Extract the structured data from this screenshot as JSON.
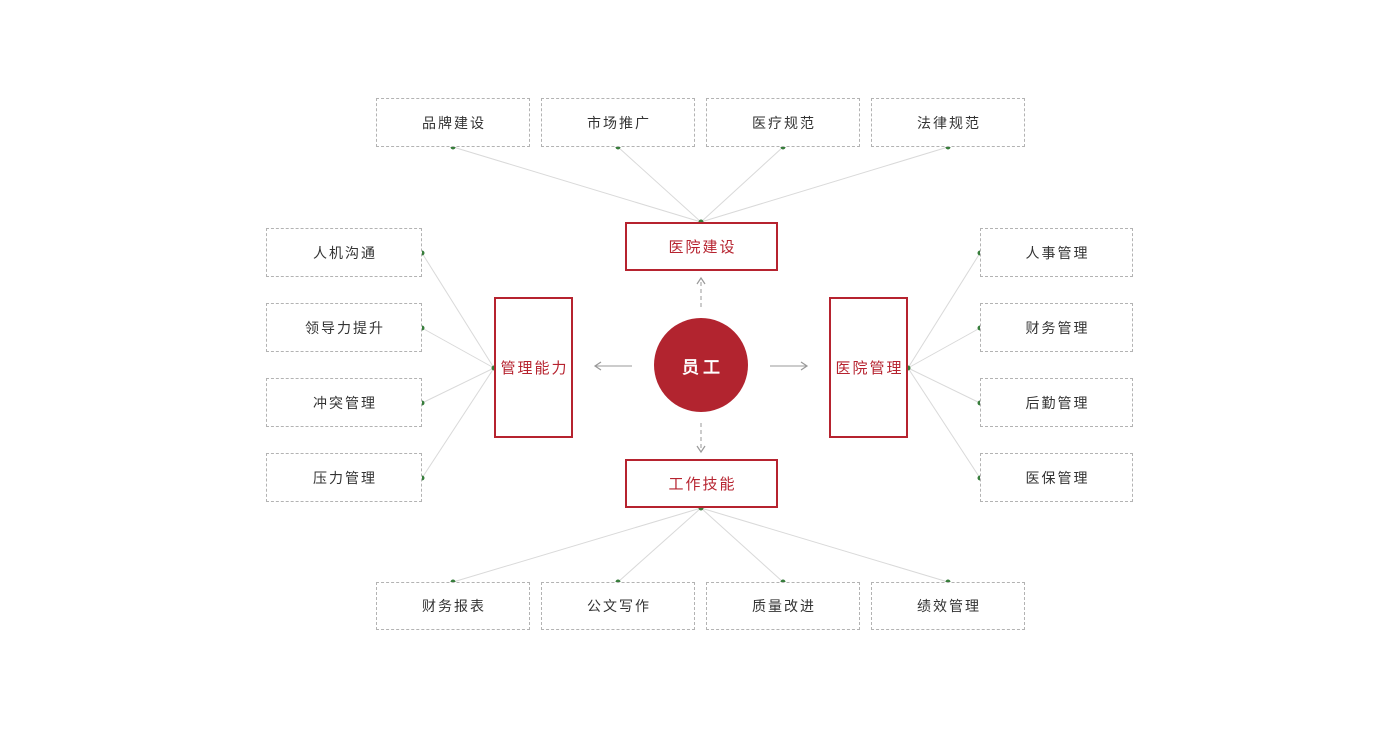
{
  "diagram": {
    "center": {
      "label": "员工"
    },
    "groups": {
      "top": {
        "hub": "医院建设",
        "items": [
          "品牌建设",
          "市场推广",
          "医疗规范",
          "法律规范"
        ]
      },
      "left": {
        "hub": "管理能力",
        "items": [
          "人机沟通",
          "领导力提升",
          "冲突管理",
          "压力管理"
        ]
      },
      "right": {
        "hub": "医院管理",
        "items": [
          "人事管理",
          "财务管理",
          "后勤管理",
          "医保管理"
        ]
      },
      "bottom": {
        "hub": "工作技能",
        "items": [
          "财务报表",
          "公文写作",
          "质量改进",
          "绩效管理"
        ]
      }
    },
    "colors": {
      "brand_red": "#b6232f",
      "circle_red": "#b2242f",
      "dot_green": "#377d3b",
      "line_gray": "#d9d9d9",
      "arrow_gray": "#999999",
      "dash_gray": "#b3b3b3",
      "text_dark": "#333333"
    }
  }
}
